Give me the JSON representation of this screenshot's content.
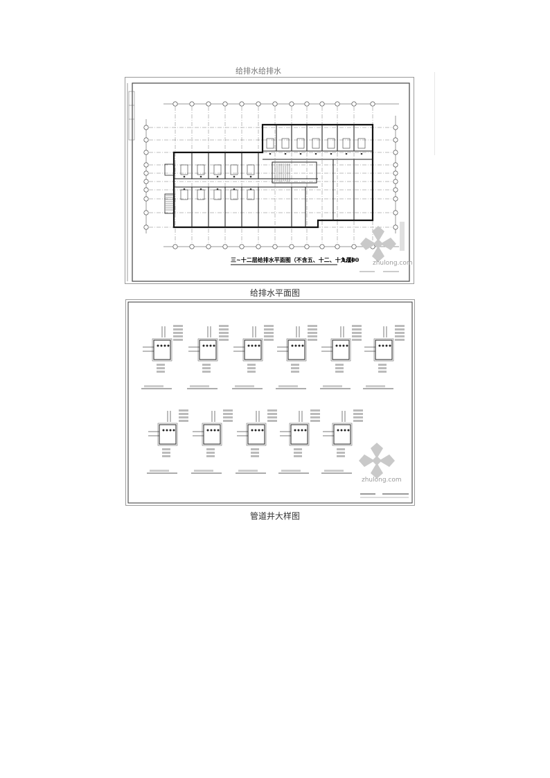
{
  "top_caption_fragment": "给排水给排水",
  "figure1": {
    "plan_title": "三~十二层给排水平面图（不含五、十二、十九层）",
    "scale": "1:100",
    "watermark": "zhulong.com",
    "caption": "给排水平面图"
  },
  "figure2": {
    "watermark": "zhulong.com",
    "caption": "管道井大样图"
  }
}
